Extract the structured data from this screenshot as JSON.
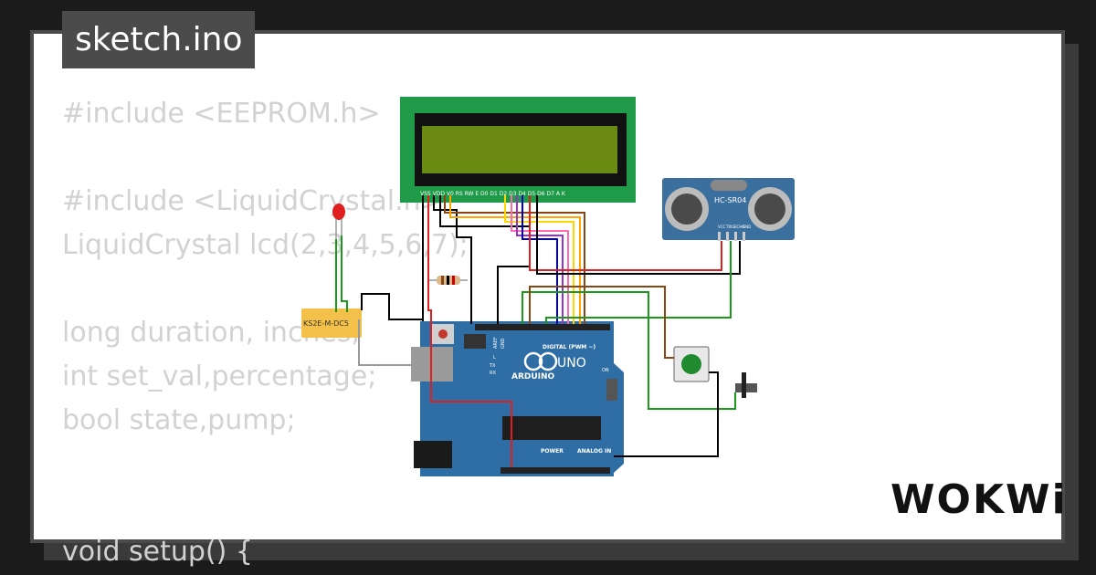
{
  "filename": "sketch.ino",
  "code_lines": [
    "#include <EEPROM.h>",
    "",
    "#include <LiquidCrystal.h>",
    "LiquidCrystal lcd(2,3,4,5,6,7);",
    "",
    "long duration, inches;",
    "int set_val,percentage;",
    "bool state,pump;",
    "",
    "",
    "void setup() {"
  ],
  "components": {
    "lcd_pins": "VSS VDD V0 RS RW E D0 D1 D2 D3 D4 D5 D6 D7 A K",
    "ultrasonic_label": "HC-SR04",
    "ultrasonic_pins": [
      "VCC",
      "TRIG",
      "ECHO",
      "GND"
    ],
    "relay_label": "KS2E-M-DC5",
    "arduino_brand": "ARDUINO",
    "arduino_model": "UNO",
    "arduino_digital_label": "DIGITAL (PWM ~)",
    "arduino_power_label": "POWER",
    "arduino_analog_label": "ANALOG IN",
    "arduino_on_label": "ON",
    "arduino_tx": "TX",
    "arduino_rx": "RX",
    "arduino_l": "L",
    "arduino_aref": "AREF",
    "arduino_gnd": "GND"
  },
  "brand": "WOKWi",
  "colors": {
    "background": "#1b1b1b",
    "card": "#ffffff",
    "label_bg": "#4b4b4b",
    "code_text": "#d2d2d2",
    "lcd_board": "#1f9a48",
    "lcd_screen": "#6b8a12",
    "arduino_board": "#2f6ea5",
    "sensor_board": "#3b6f9e",
    "relay": "#f3c14a",
    "led": "#e02020"
  }
}
